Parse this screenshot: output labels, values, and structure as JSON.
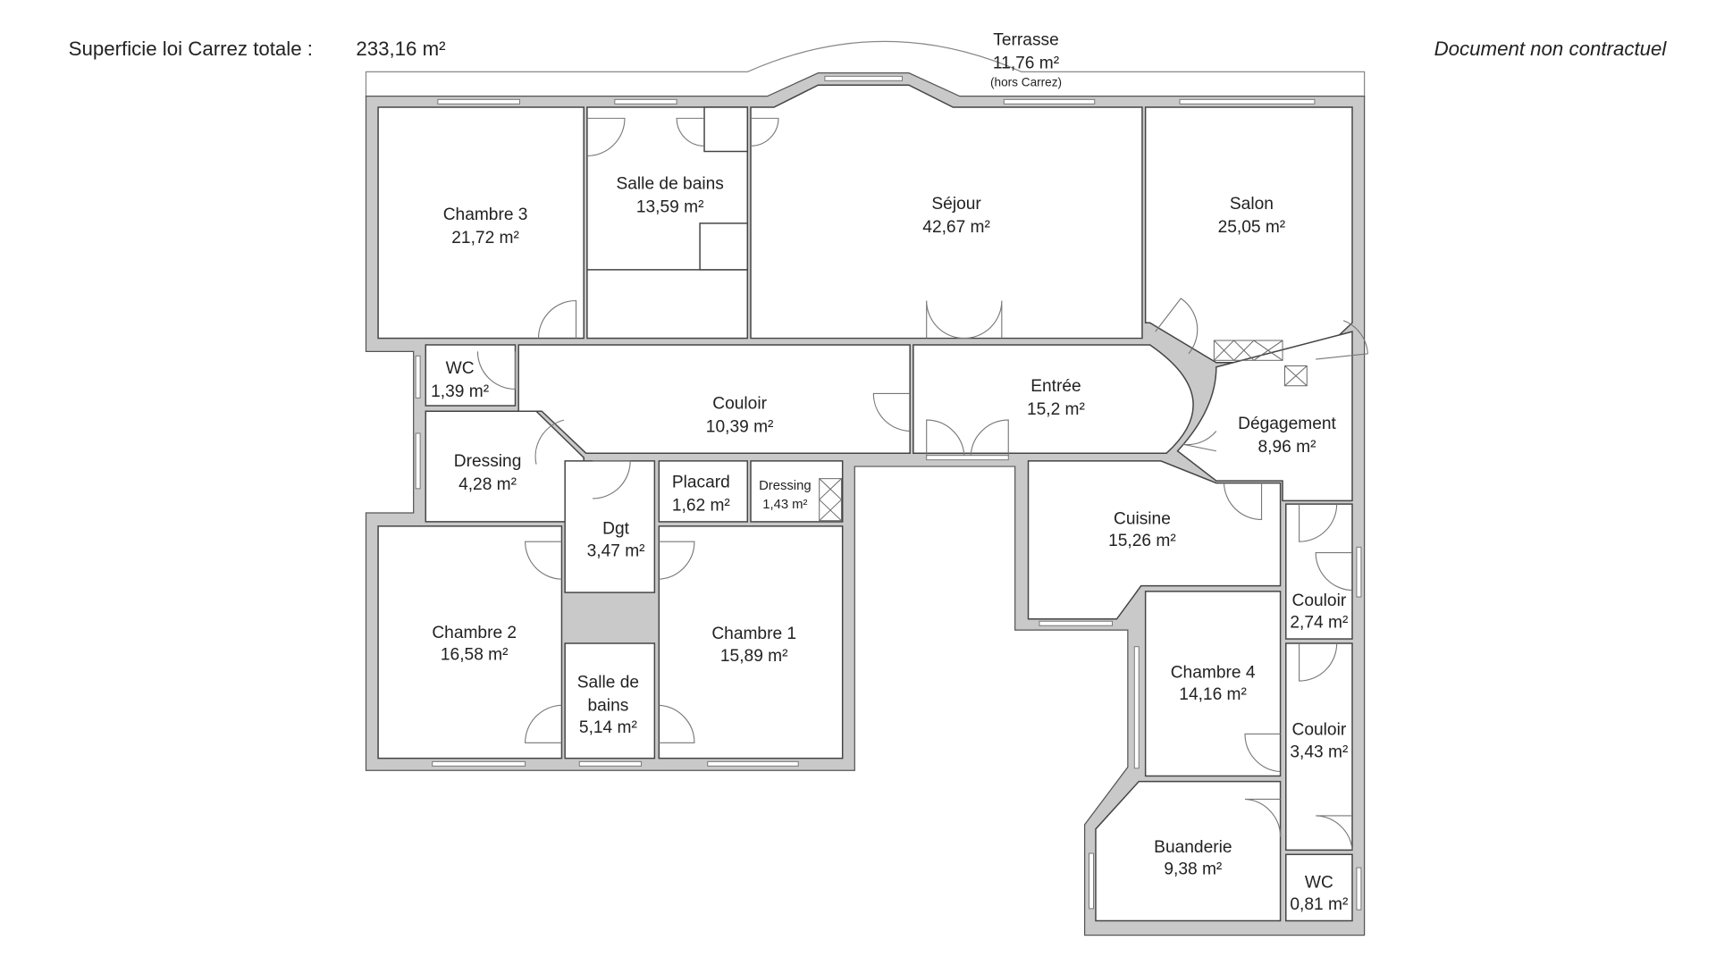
{
  "header": {
    "total_label": "Superficie loi Carrez totale :",
    "total_value": "233,16 m²",
    "disclaimer": "Document non contractuel"
  },
  "terrace": {
    "name": "Terrasse",
    "area": "11,76 m²",
    "note": "(hors Carrez)"
  },
  "rooms": {
    "chambre3": {
      "name": "Chambre 3",
      "area": "21,72 m²"
    },
    "sdb1": {
      "name": "Salle de bains",
      "area": "13,59 m²"
    },
    "sejour": {
      "name": "Séjour",
      "area": "42,67 m²"
    },
    "salon": {
      "name": "Salon",
      "area": "25,05 m²"
    },
    "wc1": {
      "name": "WC",
      "area": "1,39 m²"
    },
    "couloir1": {
      "name": "Couloir",
      "area": "10,39 m²"
    },
    "entree": {
      "name": "Entrée",
      "area": "15,2 m²"
    },
    "degagement": {
      "name": "Dégagement",
      "area": "8,96 m²"
    },
    "dressing1": {
      "name": "Dressing",
      "area": "4,28 m²"
    },
    "placard": {
      "name": "Placard",
      "area": "1,62 m²"
    },
    "dressing2": {
      "name": "Dressing",
      "area": "1,43 m²"
    },
    "dgt": {
      "name": "Dgt",
      "area": "3,47 m²"
    },
    "chambre2": {
      "name": "Chambre 2",
      "area": "16,58 m²"
    },
    "chambre1": {
      "name": "Chambre 1",
      "area": "15,89 m²"
    },
    "sdb2": {
      "name1": "Salle de",
      "name2": "bains",
      "area": "5,14 m²"
    },
    "cuisine": {
      "name": "Cuisine",
      "area": "15,26 m²"
    },
    "couloir2": {
      "name": "Couloir",
      "area": "2,74 m²"
    },
    "couloir3": {
      "name": "Couloir",
      "area": "3,43 m²"
    },
    "chambre4": {
      "name": "Chambre 4",
      "area": "14,16 m²"
    },
    "buanderie": {
      "name": "Buanderie",
      "area": "9,38 m²"
    },
    "wc2": {
      "name": "WC",
      "area": "0,81 m²"
    }
  }
}
